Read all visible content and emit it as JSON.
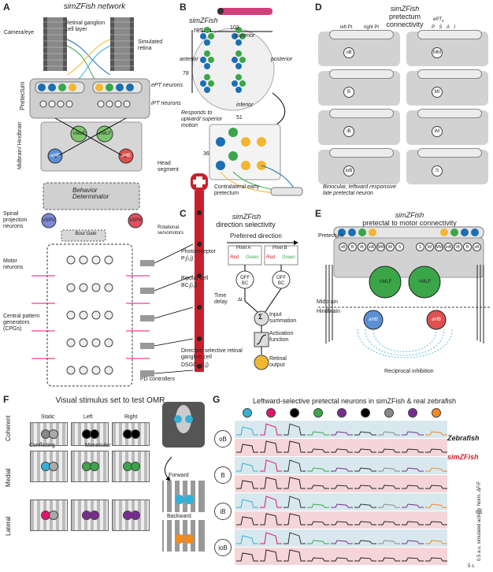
{
  "panels": {
    "A": {
      "letter": "A",
      "title": "simZFish network",
      "labels": {
        "retinal_ganglion": "Retinal ganglion cell layer",
        "camera_eye": "Camera/eye",
        "simulated_retina": "Simulated retina",
        "ept": "ePT neurons",
        "ipt": "iPT neurons",
        "pretectum": "Pretectum",
        "midbrain_hindbrain": "Midbrain/ Hindbrain",
        "nMLF_left": "nMLF",
        "nMLF_right": "nMLF",
        "aHB_left": "aHB",
        "aHB_right": "aHB",
        "behavior_determinator": "Behavior Determinator",
        "spinal_projection": "Spinal projection neurons",
        "vSPN_left": "vSPN",
        "vSPN_right": "vSPN",
        "bout_gate": "Bout Gate",
        "motor_neurons": "Motor neurons",
        "cpg": "Central pattern generators (CPGs)",
        "rotational_servomotors": "Rotational servomotors",
        "head_segment": "Head segment",
        "pd_controllers": "PD controllers"
      }
    },
    "B": {
      "letter": "B",
      "title": "simZFish",
      "subtitle": "retina",
      "superior": "superior",
      "inferior": "inferior",
      "anterior": "anterior",
      "posterior": "posterior",
      "width_label": "102",
      "height_label": "78",
      "responds": "Responds to upward/ superior motion",
      "width2": "51",
      "height2": "36",
      "contralateral": "Contralateral early pretectum"
    },
    "C": {
      "letter": "C",
      "title": "simZFish",
      "subtitle": "direction selectivity",
      "preferred": "Preferred direction",
      "pixel_a": "Pixel A",
      "pixel_b": "Pixel B",
      "red": "Red",
      "green": "Green",
      "photoreceptor": "Photoreceptor",
      "photoreceptor_sym": "P",
      "photoreceptor_sub": "i",
      "photoreceptor_args": "(i,j)",
      "off_bc": "OFF BC",
      "bipolar": "Bipolar cell",
      "bipolar_sym": "BC",
      "bipolar_sub": "i",
      "bipolar_args": "(i,j)",
      "time_delay": "Time delay",
      "delta_t": "Δt",
      "input_sum": "Input summation",
      "activation": "Activation function",
      "dsgc": "Direction selective retinal ganglion cell",
      "dsgc_sym": "DSGC",
      "dsgc_sub": "i,k",
      "dsgc_args": "(i,j)",
      "sigma": "Σ",
      "retinal_output": "Retinal output"
    },
    "D": {
      "letter": "D",
      "title": "simZFish",
      "subtitle": "pretectum connectivity",
      "left_pt": "left Pt",
      "right_pt": "right Pt",
      "ept_header": "ePT",
      "ept_sub": "s",
      "ept_letters": "P S A I",
      "neurons_left": [
        "oB",
        "B",
        "iB",
        "ioB"
      ],
      "neurons_right": [
        "MM",
        "MI",
        "iM",
        "S"
      ],
      "caption": "Binocular, leftward responsive late pretectal neuron"
    },
    "E": {
      "letter": "E",
      "title": "simZFish",
      "subtitle": "pretectal to motor connectivity",
      "pretectum": "Pretectum",
      "midbrain": "Midbrain",
      "hindbrain": "Hindbrain",
      "nMLF_left": "nMLF",
      "nMLF_right": "nMLF",
      "aHB_left": "aHB",
      "aHB_right": "aHB",
      "reciprocal": "Reciprocal inhibition",
      "neuron_labels": [
        "oB",
        "B",
        "iB",
        "ioB",
        "MM",
        "iM",
        "S",
        "S",
        "iM",
        "MM",
        "ioB",
        "iB",
        "B",
        "oB"
      ]
    },
    "F": {
      "letter": "F",
      "title": "Visual stimulus set to test OMR",
      "cols": [
        "Static",
        "Left",
        "Right"
      ],
      "rows": [
        "Coherent",
        "Medial",
        "Lateral"
      ],
      "conflicting": "Conflicting",
      "monocular": "Monocular",
      "forward": "Forward",
      "backward": "Backward"
    },
    "G": {
      "letter": "G",
      "title": "Leftward-selective pretectal neurons in simZFish & real zebrafish",
      "zebrafish": "Zebrafish",
      "simzfish": "simZFish",
      "rows": [
        "oB",
        "B",
        "iB",
        "ioB"
      ],
      "scale_df": "Norm. ΔF/F",
      "scale_df_val": "0.5",
      "scale_sim": "0.5 a.u. simulated activity",
      "scale_time": "5 s"
    }
  },
  "colors": {
    "red": "#c8202b",
    "blue": "#1a6fb5",
    "green": "#3aa648",
    "yellow": "#f2b632",
    "cyan": "#33b0d8",
    "magenta": "#e4146e",
    "purple": "#7a2b91",
    "orange": "#f28a1e",
    "pink_band": "#f5d5d8",
    "blue_band": "#d8e8ee"
  },
  "stimulus_icon_colors": [
    "#33b0d8",
    "#e4146e",
    "#000000",
    "#3aa648",
    "#7a2b91",
    "#000000",
    "#888888",
    "#7a2b91",
    "#f28a1e"
  ]
}
